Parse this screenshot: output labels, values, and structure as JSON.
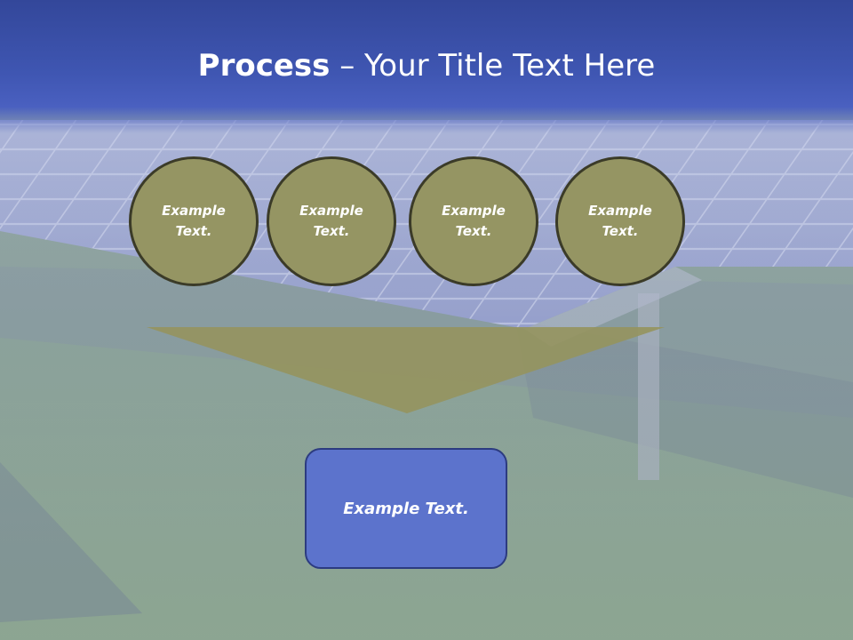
{
  "title": {
    "bold": "Process",
    "separator": " – ",
    "rest": "Your Title Text Here"
  },
  "steps": [
    {
      "label": "Example Text."
    },
    {
      "label": "Example Text."
    },
    {
      "label": "Example Text."
    },
    {
      "label": "Example Text."
    }
  ],
  "result": {
    "label": "Example Text."
  },
  "colors": {
    "title_band": "#3f56b2",
    "circle_fill": "#959563",
    "circle_border": "#3b3b28",
    "arrow_fill": "#95945f",
    "result_fill": "#5c73cc",
    "result_border": "#2c3b80",
    "text": "#ffffff"
  }
}
